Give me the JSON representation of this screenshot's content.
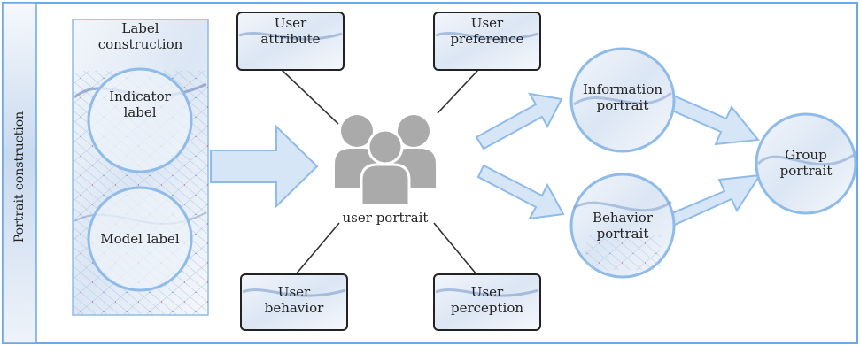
{
  "side_title": "Portrait construction",
  "label_construction": {
    "title": "Label\nconstruction",
    "indicator": "Indicator\nlabel",
    "model": "Model label"
  },
  "center": {
    "label": "user portrait"
  },
  "boxes": {
    "attribute": "User\nattribute",
    "preference": "User\npreference",
    "behavior": "User\nbehavior",
    "perception": "User\nperception"
  },
  "portraits": {
    "information": "Information\nportrait",
    "behavior": "Behavior\nportrait",
    "group": "Group\nportrait"
  },
  "colors": {
    "frame": "#6aa8e8",
    "arrow_fill": "#d6e6f7",
    "arrow_stroke": "#8fbbe8",
    "people": "#aaaaaa",
    "box_border": "#222222",
    "texture": "#a6bfe0"
  }
}
